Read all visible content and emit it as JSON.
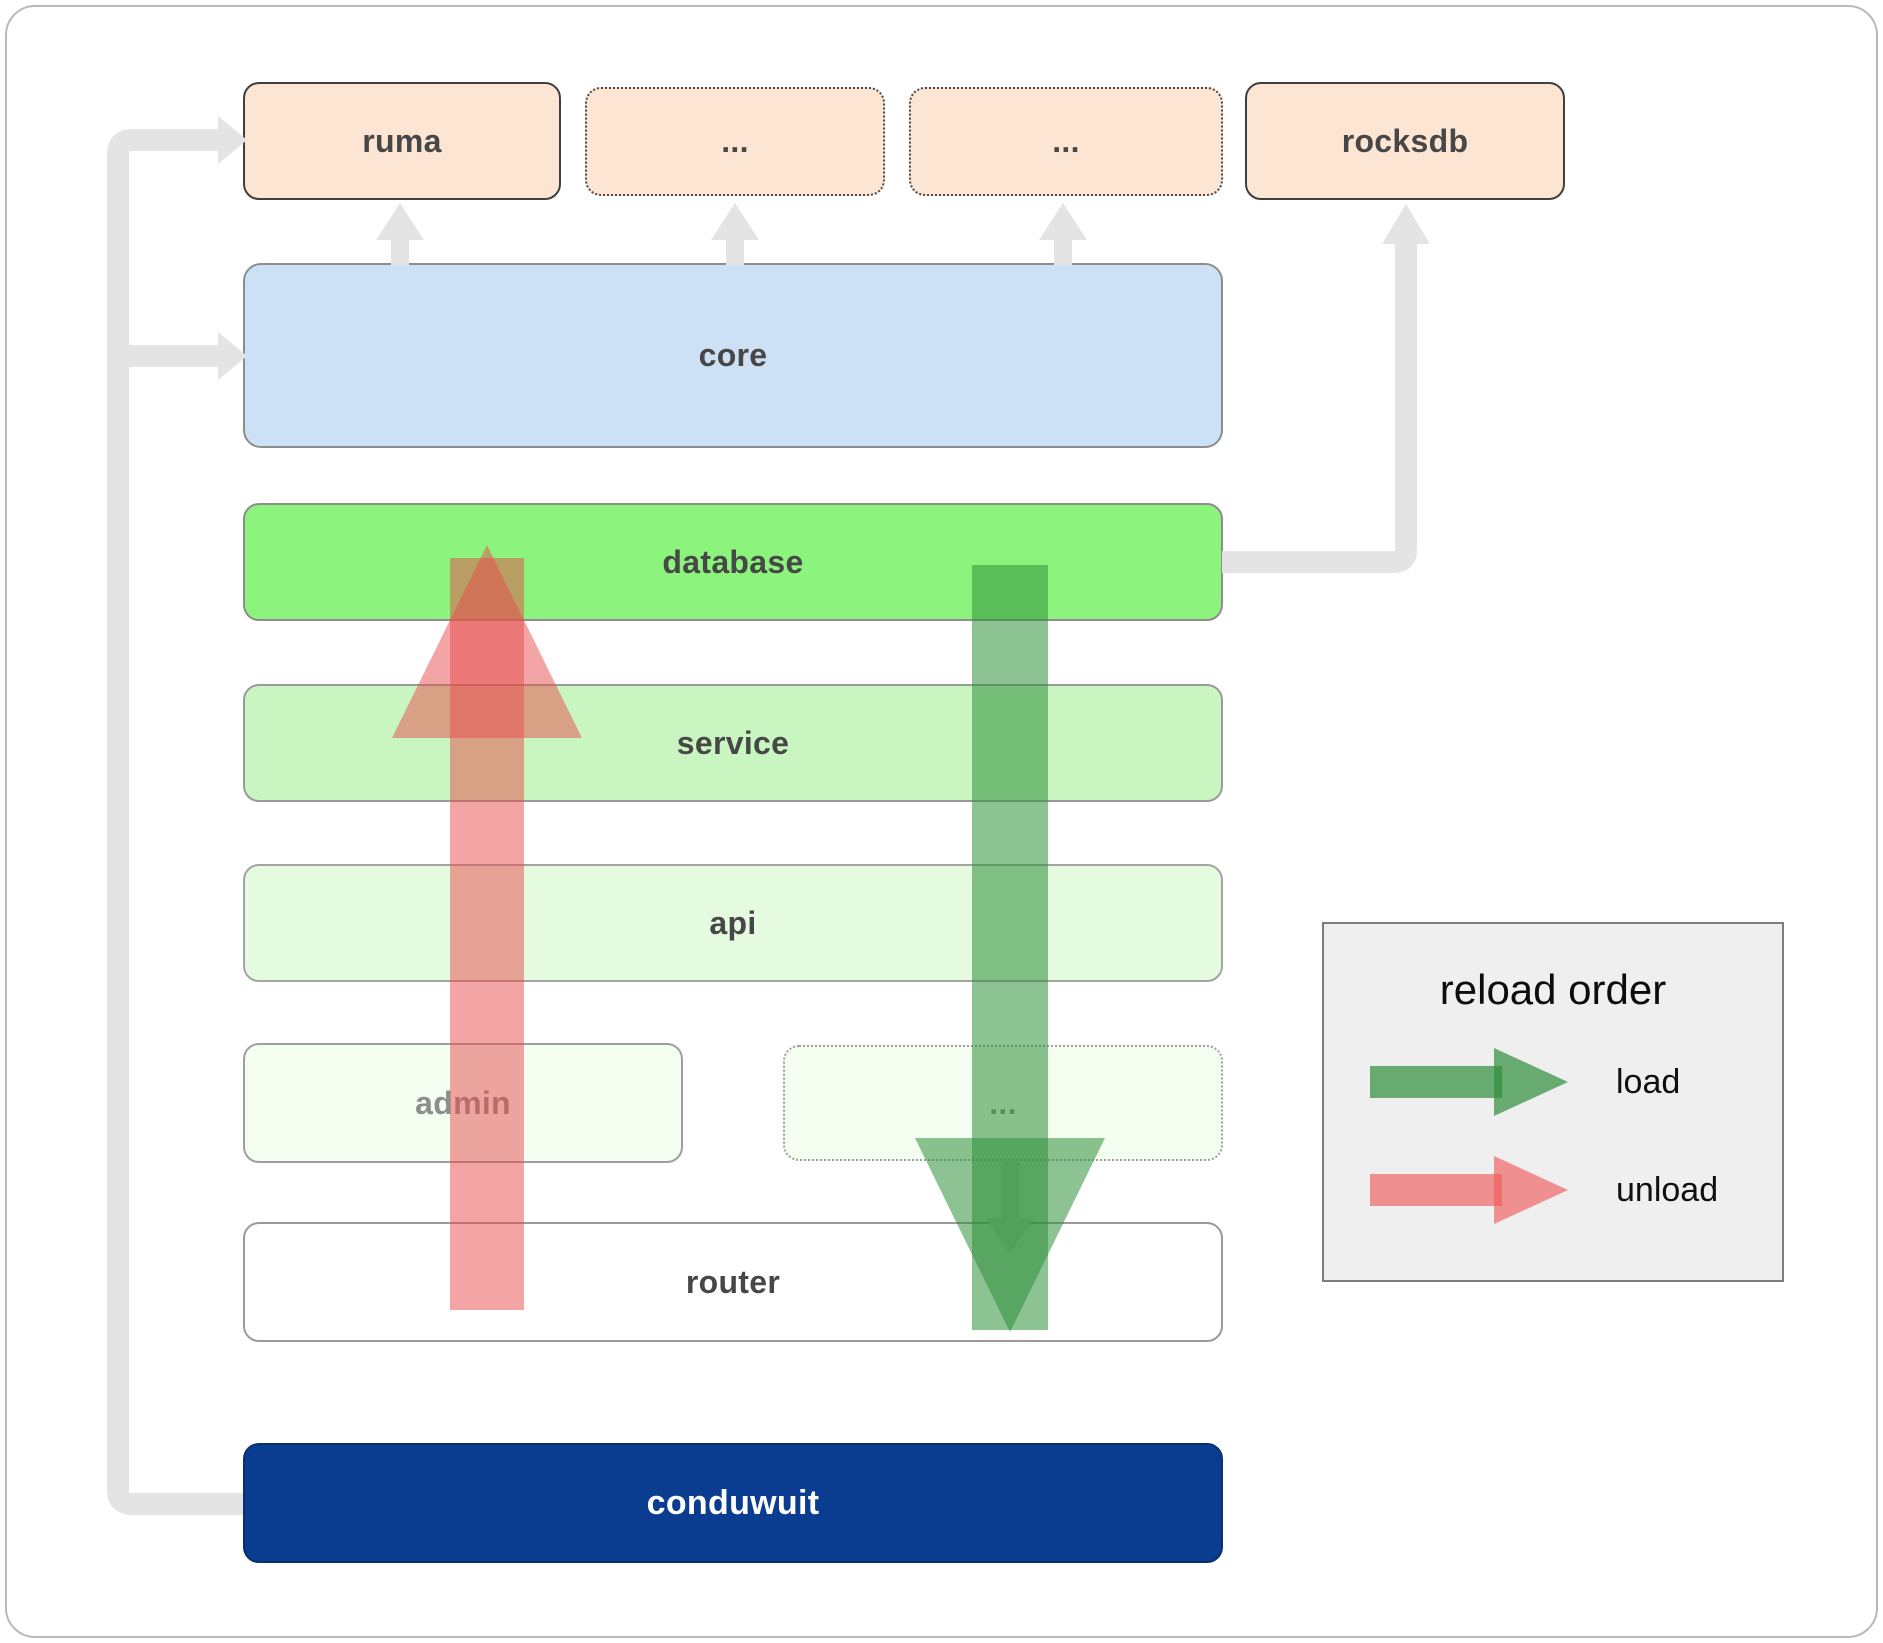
{
  "boxes": {
    "ruma": "ruma",
    "ext1": "...",
    "ext2": "...",
    "rocksdb": "rocksdb",
    "core": "core",
    "database": "database",
    "service": "service",
    "api": "api",
    "admin": "admin",
    "modules": "...",
    "router": "router",
    "conduwuit": "conduwuit"
  },
  "legend": {
    "title": "reload order",
    "load_label": "load",
    "unload_label": "unload"
  },
  "colors": {
    "load_arrow_green": "#2f8f3a",
    "unload_arrow_red": "#e84b4b",
    "database_green": "#8cf37d",
    "core_blue": "#cde1f6",
    "conduwuit_navy": "#0a3d8f",
    "external_peach": "#fce5d3",
    "connector_gray": "#e4e4e4"
  }
}
